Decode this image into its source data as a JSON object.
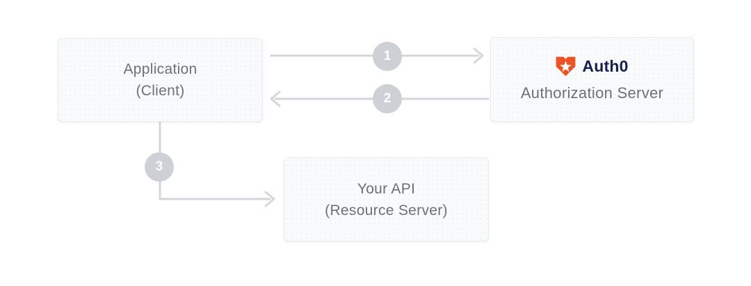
{
  "diagram": {
    "nodes": {
      "application": {
        "line1": "Application",
        "line2": "(Client)"
      },
      "auth_server": {
        "brand": "Auth0",
        "label": "Authorization Server"
      },
      "api": {
        "line1": "Your API",
        "line2": "(Resource Server)"
      }
    },
    "steps": [
      {
        "number": "1"
      },
      {
        "number": "2"
      },
      {
        "number": "3"
      }
    ],
    "colors": {
      "canvas_bg": "#ffffff",
      "box_bg": "#f9fafb",
      "box_border": "#e8eaed",
      "box_text": "#6d7175",
      "arrow": "#d4d6da",
      "step_circle": "#cdd0d4",
      "step_text": "#ffffff",
      "auth0_orange": "#eb5424",
      "auth0_navy": "#16214d"
    }
  }
}
